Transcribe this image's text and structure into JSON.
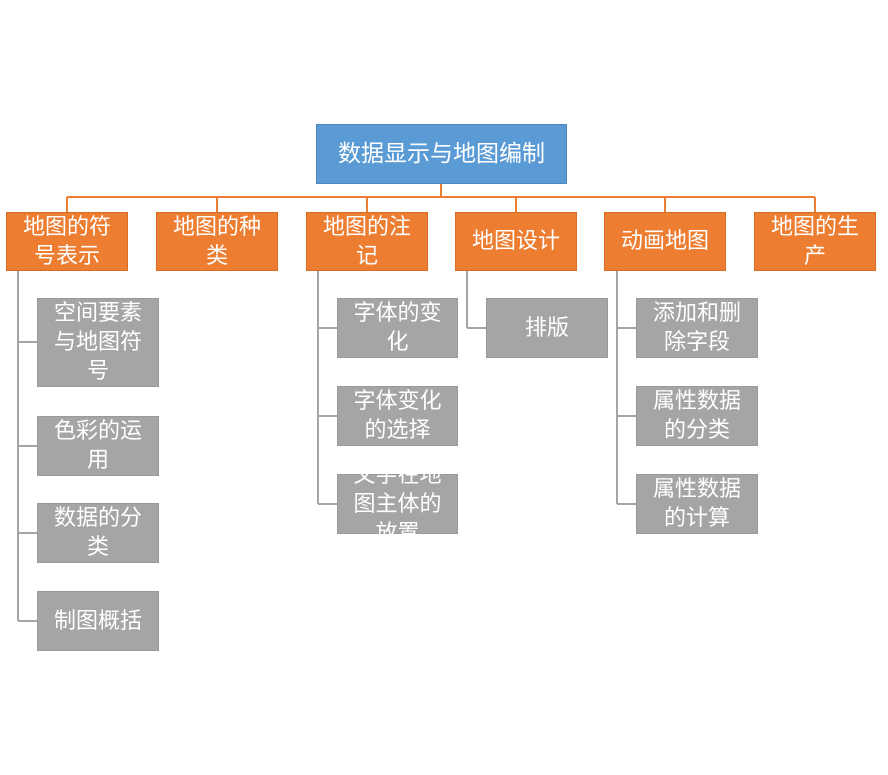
{
  "root": {
    "label": "数据显示与地图编制"
  },
  "categories": [
    {
      "label": "地图的符号表示",
      "children": [
        "空间要素与地图符号",
        "色彩的运用",
        "数据的分类",
        "制图概括"
      ]
    },
    {
      "label": "地图的种类",
      "children": []
    },
    {
      "label": "地图的注记",
      "children": [
        "字体的变化",
        "字体变化的选择",
        "文字在地图主体的放置"
      ]
    },
    {
      "label": "地图设计",
      "children": [
        "排版"
      ]
    },
    {
      "label": "动画地图",
      "children": [
        "添加和删除字段",
        "属性数据的分类",
        "属性数据的计算"
      ]
    },
    {
      "label": "地图的生产",
      "children": []
    }
  ],
  "colors": {
    "root": "#5b9bd5",
    "category": "#ed7d31",
    "subitem": "#a5a5a5",
    "category_connector": "#ed7d31",
    "subitem_connector": "#a5a5a5"
  }
}
